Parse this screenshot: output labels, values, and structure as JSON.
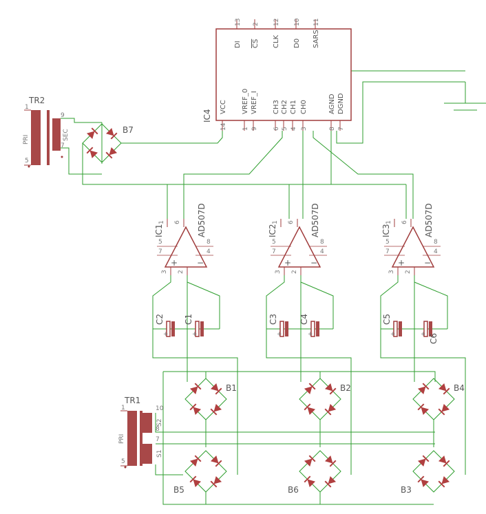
{
  "ic4": {
    "name": "IC4",
    "top_pins": [
      {
        "num": "13",
        "label": "DI"
      },
      {
        "num": "2",
        "label": "CS"
      },
      {
        "num": "12",
        "label": "CLK"
      },
      {
        "num": "10",
        "label": "D0"
      },
      {
        "num": "11",
        "label": "SARS"
      }
    ],
    "bottom_pins": [
      {
        "num": "14",
        "label": "VCC"
      },
      {
        "num": "1",
        "label": "VREF_0"
      },
      {
        "num": "9",
        "label": "VREF_I"
      },
      {
        "num": "6",
        "label": "CH3"
      },
      {
        "num": "5",
        "label": "CH2"
      },
      {
        "num": "4",
        "label": "CH1"
      },
      {
        "num": "3",
        "label": "CH0"
      },
      {
        "num": "8",
        "label": "AGND"
      },
      {
        "num": "7",
        "label": "DGND"
      }
    ]
  },
  "tr2": {
    "name": "TR2",
    "pri": "PRI",
    "sec": "SEC",
    "pins": [
      "1",
      "5",
      "9",
      "7"
    ]
  },
  "tr1": {
    "name": "TR1",
    "pri": "PRI",
    "s1": "S1",
    "s2": "S2",
    "pins": [
      "1",
      "5",
      "10",
      "8",
      "7"
    ]
  },
  "opamps": [
    {
      "name": "IC1",
      "part": "AD507D",
      "pins": [
        "1",
        "6",
        "5",
        "7",
        "8",
        "4",
        "3",
        "2"
      ]
    },
    {
      "name": "IC2",
      "part": "AD507D",
      "pins": [
        "1",
        "6",
        "5",
        "7",
        "8",
        "4",
        "3",
        "2"
      ]
    },
    {
      "name": "IC3",
      "part": "AD507D",
      "pins": [
        "1",
        "6",
        "5",
        "7",
        "8",
        "4",
        "3",
        "2"
      ]
    }
  ],
  "capacitors": [
    "C2",
    "C1",
    "C3",
    "C4",
    "C5",
    "C6"
  ],
  "bridges": [
    "B7",
    "B1",
    "B2",
    "B4",
    "B5",
    "B6",
    "B3"
  ]
}
